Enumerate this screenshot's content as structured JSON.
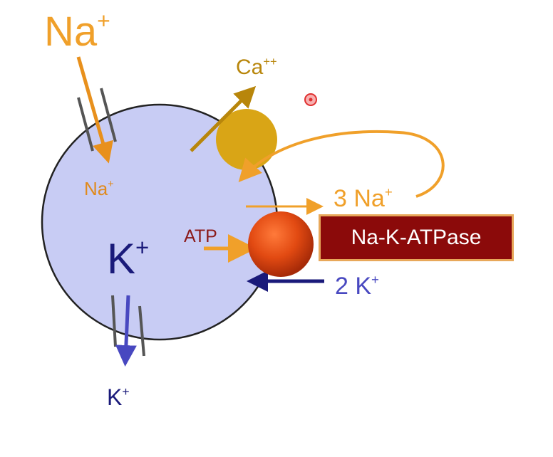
{
  "labels": {
    "na_outside": {
      "text": "Na",
      "sup": "+"
    },
    "na_inside": {
      "text": "Na",
      "sup": "+"
    },
    "ca": {
      "text": "Ca",
      "sup": "++"
    },
    "k_inside": {
      "text": "K",
      "sup": "+"
    },
    "k_outside": {
      "text": "K",
      "sup": "+"
    },
    "atp": "ATP",
    "three_na": {
      "text": "3 Na",
      "sup": "+"
    },
    "two_k": {
      "text": "2 K",
      "sup": "+"
    }
  },
  "pump": {
    "label": "Na-K-ATPase"
  },
  "colors": {
    "sodium": "#f0a02a",
    "sodium_label": "#e08a1c",
    "calcium": "#b8860b",
    "calcium_transporter": "#d9a516",
    "potassium": "#1a1a7a",
    "potassium_label": "#4848c0",
    "cell_fill": "#c8ccf4",
    "cell_stroke": "#222222",
    "pump_ball": "#e24a12",
    "pump_box": "#8b0a0a",
    "pump_box_border": "#e8a85a",
    "atp": "#8b1a1a",
    "channel": "#555555",
    "cursor": "#e03030"
  },
  "icons": {
    "cursor": "target-cursor-icon"
  }
}
